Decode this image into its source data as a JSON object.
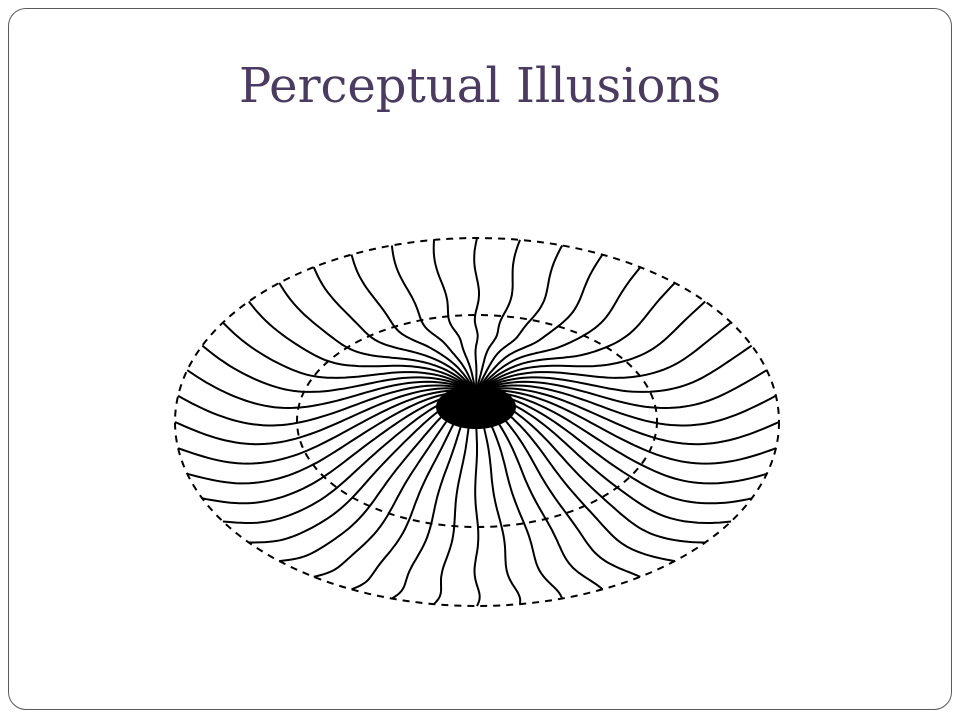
{
  "slide": {
    "title": "Perceptual Illusions"
  },
  "figure": {
    "name": "illusory-wavy-bowl",
    "line_color": "#000000",
    "dashed_ellipses": 2,
    "radial_curves": 44
  },
  "colors": {
    "title": "#4a3b62",
    "frame": "#5a5a5a",
    "background": "#ffffff"
  }
}
